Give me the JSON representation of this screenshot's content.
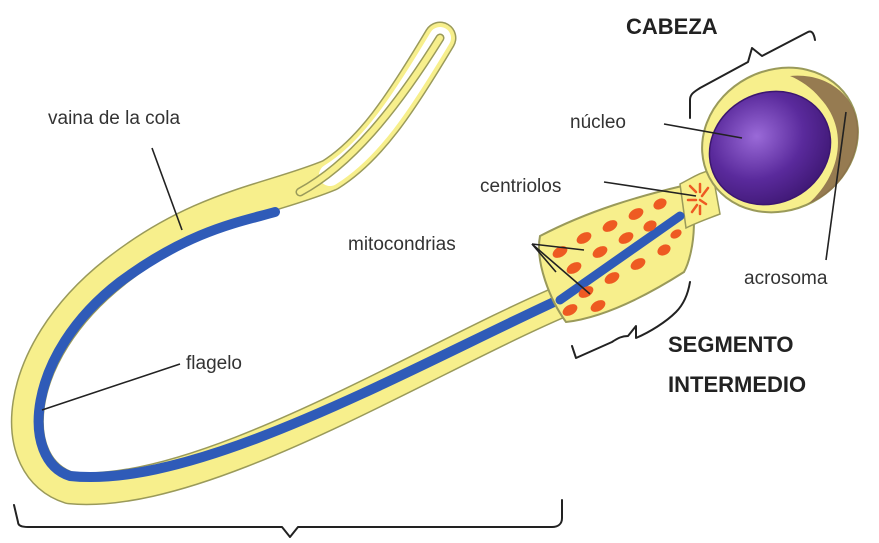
{
  "labels": {
    "cabeza": "CABEZA",
    "segmento_1": "SEGMENTO",
    "segmento_2": "INTERMEDIO",
    "vaina": "vaina de la cola",
    "nucleo": "núcleo",
    "centriolos": "centriolos",
    "mitocondrias": "mitocondrias",
    "acrosoma": "acrosoma",
    "flagelo": "flagelo"
  },
  "colors": {
    "membrane_fill": "#f7ef8c",
    "membrane_outline": "#9a9a5a",
    "axoneme": "#2f5bb8",
    "nucleus": "#5a2a9c",
    "acrosome": "#8b6e4a",
    "mitochondria": "#ee5a22"
  }
}
